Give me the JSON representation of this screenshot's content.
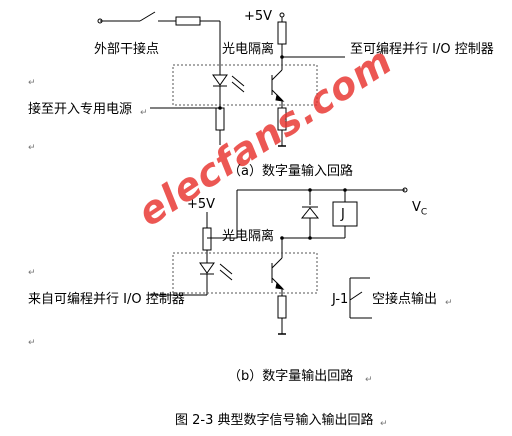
{
  "circuit_a": {
    "external_contact": "外部干接点",
    "supply": "+5V",
    "optocoupler": "光电隔离",
    "to_controller": "至可编程并行 I/O 控制器",
    "power_source": "接至开入专用电源",
    "caption": "（a）数字量输入回路"
  },
  "circuit_b": {
    "supply": "+5V",
    "optocoupler": "光电隔离",
    "relay": "J",
    "vc_main": "V",
    "vc_sub": "C",
    "from_controller": "来自可编程并行 I/O 控制器",
    "relay_contact": "J-1",
    "dry_contact_output": "空接点输出",
    "caption": "（b）数字量输出回路"
  },
  "figure_title": "图 2-3 典型数字信号输入输出回路",
  "watermark": "elecfans.com",
  "return_mark": "↵",
  "colors": {
    "line": "#000000",
    "dashed": "#555555",
    "watermark": "#e8332e"
  }
}
